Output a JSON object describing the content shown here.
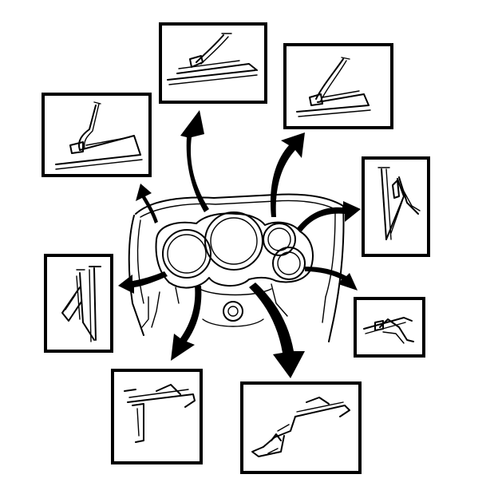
{
  "figure": {
    "description_visible_text": "",
    "colors": {
      "ink": "#000000",
      "background": "#ffffff"
    },
    "parts": [
      {
        "id": "clip-1"
      },
      {
        "id": "clip-2"
      },
      {
        "id": "clip-3"
      },
      {
        "id": "clip-4"
      },
      {
        "id": "clip-5"
      },
      {
        "id": "clip-6"
      },
      {
        "id": "clip-7"
      },
      {
        "id": "clip-8"
      }
    ]
  }
}
